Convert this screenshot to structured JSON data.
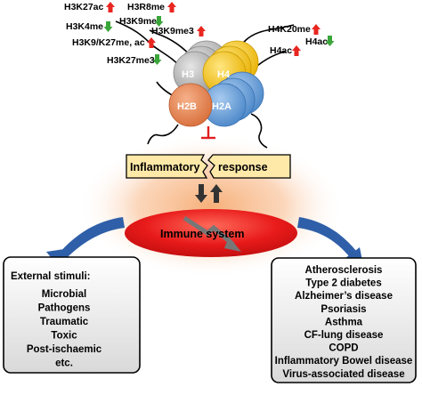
{
  "histone_marks": {
    "h3k27ac": "H3K27ac",
    "h3r8me": "H3R8me",
    "h3k4me": "H3K4me",
    "h3k9me": "H3K9me",
    "h3k9me3": "H3K9me3",
    "h3k9_k27me_ac": "H3K9/K27me, ac",
    "h3k27me3": "H3K27me3",
    "h4k20me": "H4K20me",
    "h4ac": "H4ac"
  },
  "nucleosome": {
    "h3": "H3",
    "h4": "H4",
    "h2b": "H2B",
    "h2a": "H2A"
  },
  "center": {
    "inflammatory": "Inflammatory",
    "response": "response",
    "immune_system": "Immune system"
  },
  "left_box": {
    "title": "External stimuli:",
    "items": [
      "Microbial",
      "Pathogens",
      "Traumatic",
      "Toxic",
      "Post-ischaemic",
      "etc."
    ]
  },
  "right_box": {
    "items": [
      "Atherosclerosis",
      "Type 2 diabetes",
      "Alzheimer’s disease",
      "Psoriasis",
      "Asthma",
      "CF-lung disease",
      "COPD",
      "Inflammatory Bowel disease",
      "Virus-associated disease"
    ]
  },
  "colors": {
    "up_arrow": "#e8261f",
    "down_arrow": "#3aa63a",
    "h3": "#b5b5b5",
    "h4": "#f5c518",
    "h2b": "#e8895a",
    "h2a": "#6fa3d9",
    "flow_arrow": "#2f5fa8",
    "immune": "#e81a1a",
    "inhibit": "#e02020"
  }
}
